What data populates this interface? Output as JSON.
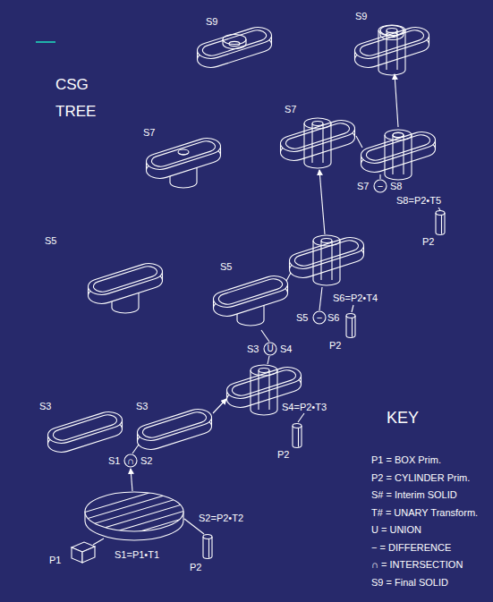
{
  "diagram": {
    "title": "CSG TREE",
    "labels": [
      "S9",
      "S9",
      "S7",
      "S7",
      "S7",
      "−",
      "S8",
      "S8=P2•T5",
      "P2",
      "S5",
      "S5",
      "S5",
      "−",
      "S6",
      "S6=P2•T4",
      "P2",
      "S3",
      "U",
      "S4",
      "S4=P2•T3",
      "P2",
      "S3",
      "S3",
      "S1",
      "∩",
      "S2",
      "S1=P1•T1",
      "S2=P2•T2",
      "P2",
      "P1",
      "KEY",
      "P1 = BOX Prim.",
      "P2 = CYLINDER Prim.",
      "S# = Interim SOLID",
      "T# = UNARY Transform.",
      "U = UNION",
      "− = DIFFERENCE",
      "∩ = INTERSECTION",
      "S9 = Final SOLID"
    ]
  }
}
